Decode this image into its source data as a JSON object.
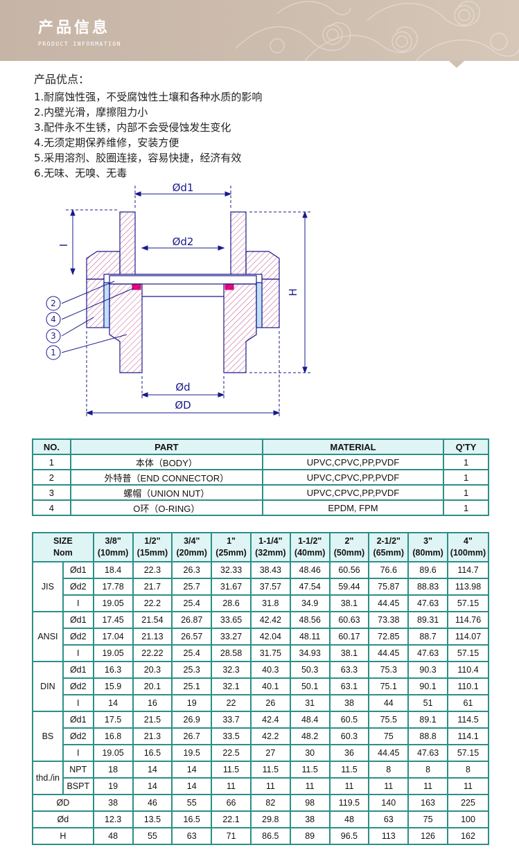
{
  "header": {
    "title": "产品信息",
    "subtitle": "PRODUCT INFORMATION"
  },
  "advantages": {
    "title": "产品优点：",
    "items": [
      "1.耐腐蚀性强，不受腐蚀性土壤和各种水质的影响",
      "2.内壁光滑，摩擦阻力小",
      "3.配件永不生锈，内部不会受侵蚀发生变化",
      "4.无须定期保养维修，安装方便",
      "5.采用溶剂、胶圈连接，容易快捷，经济有效",
      "6.无味、无嗅、无毒"
    ]
  },
  "drawing": {
    "dim_d1": "Ød1",
    "dim_d2": "Ød2",
    "dim_d": "Ød",
    "dim_D": "ØD",
    "dim_l": "I",
    "dim_H": "H",
    "callouts": [
      "2",
      "4",
      "3",
      "1"
    ]
  },
  "parts_table": {
    "headers": [
      "NO.",
      "PART",
      "MATERIAL",
      "Q'TY"
    ],
    "rows": [
      [
        "1",
        "本体（BODY）",
        "UPVC,CPVC,PP,PVDF",
        "1"
      ],
      [
        "2",
        "外特普（END CONNECTOR）",
        "UPVC,CPVC,PP,PVDF",
        "1"
      ],
      [
        "3",
        "螺帽（UNION NUT）",
        "UPVC,CPVC,PP,PVDF",
        "1"
      ],
      [
        "4",
        "O环（O-RING）",
        "EPDM, FPM",
        "1"
      ]
    ]
  },
  "size_table": {
    "corner_top": "SIZE",
    "corner_bottom": "Nom",
    "sizes": [
      {
        "inch": "3/8\"",
        "mm": "(10mm)"
      },
      {
        "inch": "1/2\"",
        "mm": "(15mm)"
      },
      {
        "inch": "3/4\"",
        "mm": "(20mm)"
      },
      {
        "inch": "1\"",
        "mm": "(25mm)"
      },
      {
        "inch": "1-1/4\"",
        "mm": "(32mm)"
      },
      {
        "inch": "1-1/2\"",
        "mm": "(40mm)"
      },
      {
        "inch": "2\"",
        "mm": "(50mm)"
      },
      {
        "inch": "2-1/2\"",
        "mm": "(65mm)"
      },
      {
        "inch": "3\"",
        "mm": "(80mm)"
      },
      {
        "inch": "4\"",
        "mm": "(100mm)"
      }
    ],
    "groups": [
      {
        "name": "JIS",
        "rows": [
          {
            "label": "Ød1",
            "values": [
              "18.4",
              "22.3",
              "26.3",
              "32.33",
              "38.43",
              "48.46",
              "60.56",
              "76.6",
              "89.6",
              "114.7"
            ]
          },
          {
            "label": "Ød2",
            "values": [
              "17.78",
              "21.7",
              "25.7",
              "31.67",
              "37.57",
              "47.54",
              "59.44",
              "75.87",
              "88.83",
              "113.98"
            ]
          },
          {
            "label": "I",
            "values": [
              "19.05",
              "22.2",
              "25.4",
              "28.6",
              "31.8",
              "34.9",
              "38.1",
              "44.45",
              "47.63",
              "57.15"
            ]
          }
        ]
      },
      {
        "name": "ANSI",
        "rows": [
          {
            "label": "Ød1",
            "values": [
              "17.45",
              "21.54",
              "26.87",
              "33.65",
              "42.42",
              "48.56",
              "60.63",
              "73.38",
              "89.31",
              "114.76"
            ]
          },
          {
            "label": "Ød2",
            "values": [
              "17.04",
              "21.13",
              "26.57",
              "33.27",
              "42.04",
              "48.11",
              "60.17",
              "72.85",
              "88.7",
              "114.07"
            ]
          },
          {
            "label": "I",
            "values": [
              "19.05",
              "22.22",
              "25.4",
              "28.58",
              "31.75",
              "34.93",
              "38.1",
              "44.45",
              "47.63",
              "57.15"
            ]
          }
        ]
      },
      {
        "name": "DIN",
        "rows": [
          {
            "label": "Ød1",
            "values": [
              "16.3",
              "20.3",
              "25.3",
              "32.3",
              "40.3",
              "50.3",
              "63.3",
              "75.3",
              "90.3",
              "110.4"
            ]
          },
          {
            "label": "Ød2",
            "values": [
              "15.9",
              "20.1",
              "25.1",
              "32.1",
              "40.1",
              "50.1",
              "63.1",
              "75.1",
              "90.1",
              "110.1"
            ]
          },
          {
            "label": "I",
            "values": [
              "14",
              "16",
              "19",
              "22",
              "26",
              "31",
              "38",
              "44",
              "51",
              "61"
            ]
          }
        ]
      },
      {
        "name": "BS",
        "rows": [
          {
            "label": "Ød1",
            "values": [
              "17.5",
              "21.5",
              "26.9",
              "33.7",
              "42.4",
              "48.4",
              "60.5",
              "75.5",
              "89.1",
              "114.5"
            ]
          },
          {
            "label": "Ød2",
            "values": [
              "16.8",
              "21.3",
              "26.7",
              "33.5",
              "42.2",
              "48.2",
              "60.3",
              "75",
              "88.8",
              "114.1"
            ]
          },
          {
            "label": "I",
            "values": [
              "19.05",
              "16.5",
              "19.5",
              "22.5",
              "27",
              "30",
              "36",
              "44.45",
              "47.63",
              "57.15"
            ]
          }
        ]
      },
      {
        "name": "thd./in",
        "rows": [
          {
            "label": "NPT",
            "values": [
              "18",
              "14",
              "14",
              "11.5",
              "11.5",
              "11.5",
              "11.5",
              "8",
              "8",
              "8"
            ]
          },
          {
            "label": "BSPT",
            "values": [
              "19",
              "14",
              "14",
              "11",
              "11",
              "11",
              "11",
              "11",
              "11",
              "11"
            ]
          }
        ]
      }
    ],
    "bottom_rows": [
      {
        "label": "ØD",
        "values": [
          "38",
          "46",
          "55",
          "66",
          "82",
          "98",
          "119.5",
          "140",
          "163",
          "225"
        ]
      },
      {
        "label": "Ød",
        "values": [
          "12.3",
          "13.5",
          "16.5",
          "22.1",
          "29.8",
          "38",
          "48",
          "63",
          "75",
          "100"
        ]
      },
      {
        "label": "H",
        "values": [
          "48",
          "55",
          "63",
          "71",
          "86.5",
          "89",
          "96.5",
          "113",
          "126",
          "162"
        ]
      }
    ]
  }
}
